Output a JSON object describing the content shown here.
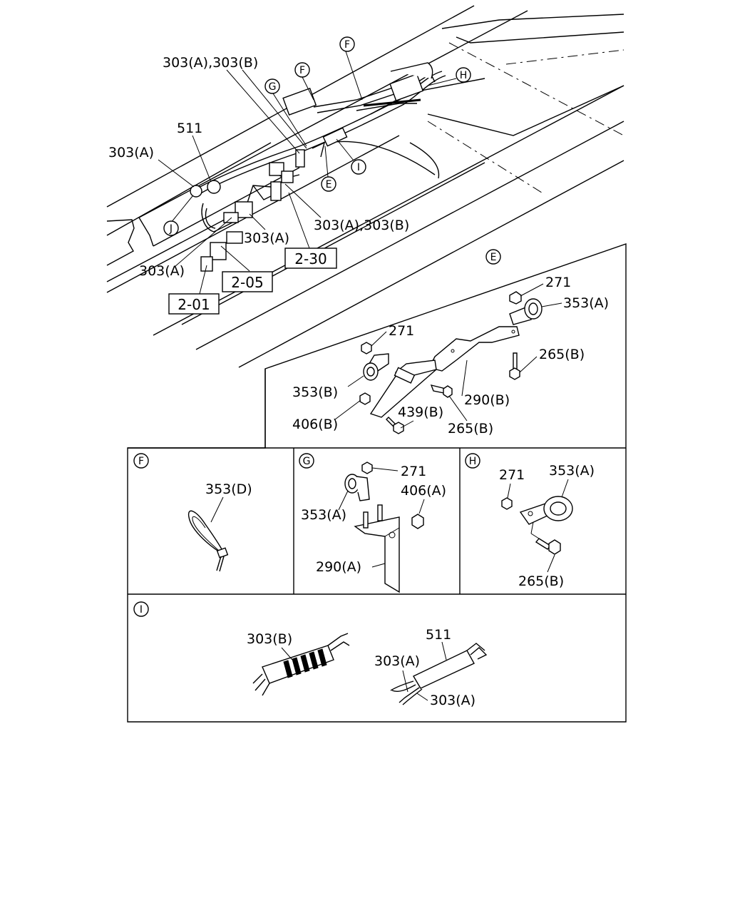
{
  "main_labels": {
    "l303ab_top": "303(A),303(B)",
    "l511_top": "511",
    "l303a_left": "303(A)",
    "l303a_mid": "303(A)",
    "l303a_bottom": "303(A)",
    "l303ab_mid": "303(A),303(B)"
  },
  "callouts": {
    "E": "E",
    "F": "F",
    "G": "G",
    "H": "H",
    "I": "I",
    "J": "J"
  },
  "refs": {
    "r201": "2-01",
    "r205": "2-05",
    "r230": "2-30"
  },
  "panel_e": {
    "letter": "E",
    "l271_top": "271",
    "l353a": "353(A)",
    "l271_mid": "271",
    "l265b_right": "265(B)",
    "l353b": "353(B)",
    "l290b": "290(B)",
    "l406b": "406(B)",
    "l439b": "439(B)",
    "l265b_bottom": "265(B)"
  },
  "panel_f": {
    "letter": "F",
    "l353d": "353(D)"
  },
  "panel_g": {
    "letter": "G",
    "l271": "271",
    "l406a": "406(A)",
    "l353a": "353(A)",
    "l290a": "290(A)"
  },
  "panel_h": {
    "letter": "H",
    "l271": "271",
    "l353a": "353(A)",
    "l265b": "265(B)"
  },
  "panel_i": {
    "letter": "I",
    "l303b": "303(B)",
    "l511": "511",
    "l303a_1": "303(A)",
    "l303a_2": "303(A)"
  }
}
